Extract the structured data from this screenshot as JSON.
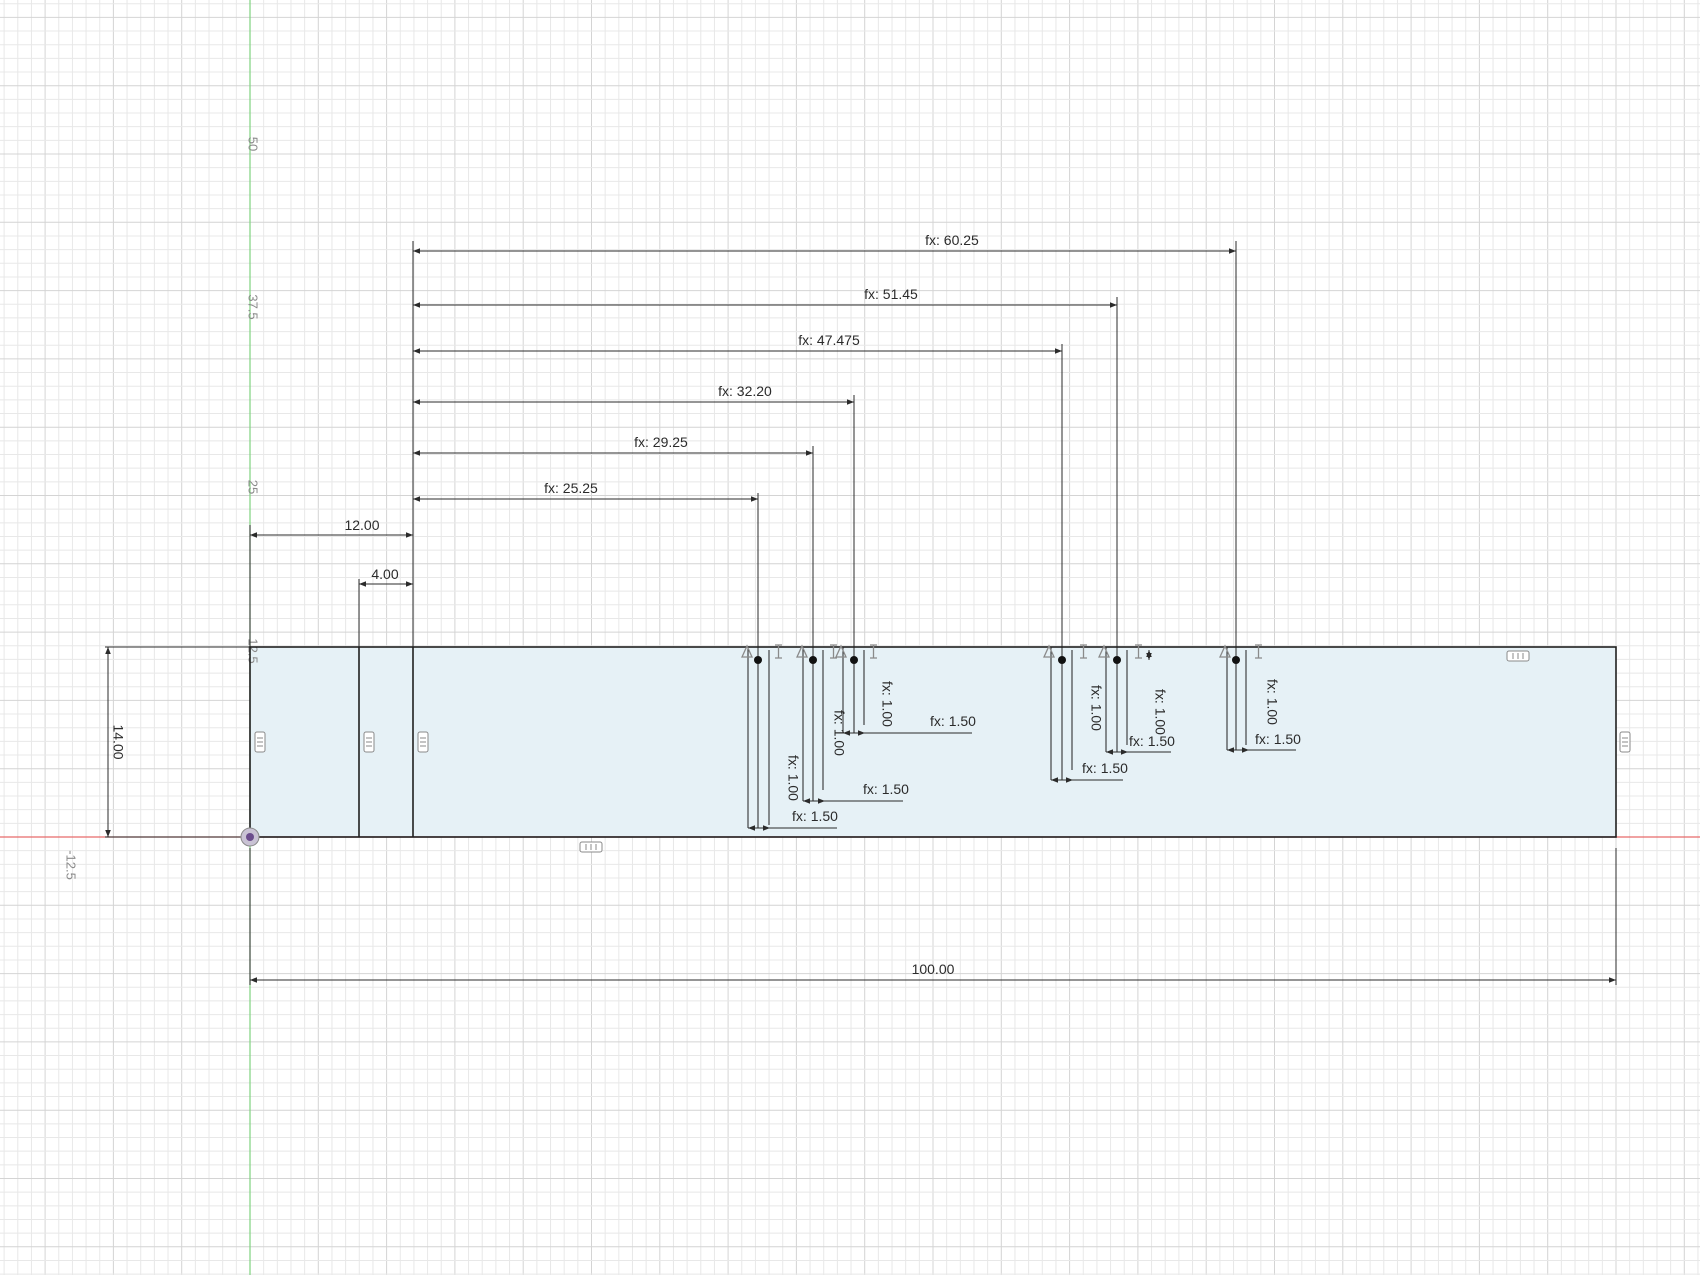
{
  "sketch": {
    "background_color": "#ffffff",
    "grid_minor_color": "#e8e8e8",
    "grid_major_color": "#d4d4d4",
    "vertical_axis_color": "#7fd37f",
    "horizontal_axis_color": "#e86a6a",
    "profile_fill_color": "#e6f1f6",
    "line_color": "#202020",
    "dimension_color": "#2b2b2b",
    "constraint_icon_color": "#8a8a8a",
    "origin_color": "#6b4c8c",
    "axis_ticks": [
      {
        "label": "50",
        "value": 50
      },
      {
        "label": "37.5",
        "value": 37.5
      },
      {
        "label": "25",
        "value": 25
      },
      {
        "label": "12.5",
        "value": 12.5
      },
      {
        "label": "-12.5",
        "value": -12.5
      }
    ],
    "dimensions": {
      "overall_width": "100.00",
      "height": "14.00",
      "offset_12": "12.00",
      "offset_4": "4.00",
      "fx_60_25": "fx: 60.25",
      "fx_51_45": "fx: 51.45",
      "fx_47_475": "fx: 47.475",
      "fx_32_20": "fx: 32.20",
      "fx_29_25": "fx: 29.25",
      "fx_25_25": "fx: 25.25",
      "fx_1_50": "fx: 1.50",
      "fx_1_00": "fx: 1.00"
    }
  }
}
